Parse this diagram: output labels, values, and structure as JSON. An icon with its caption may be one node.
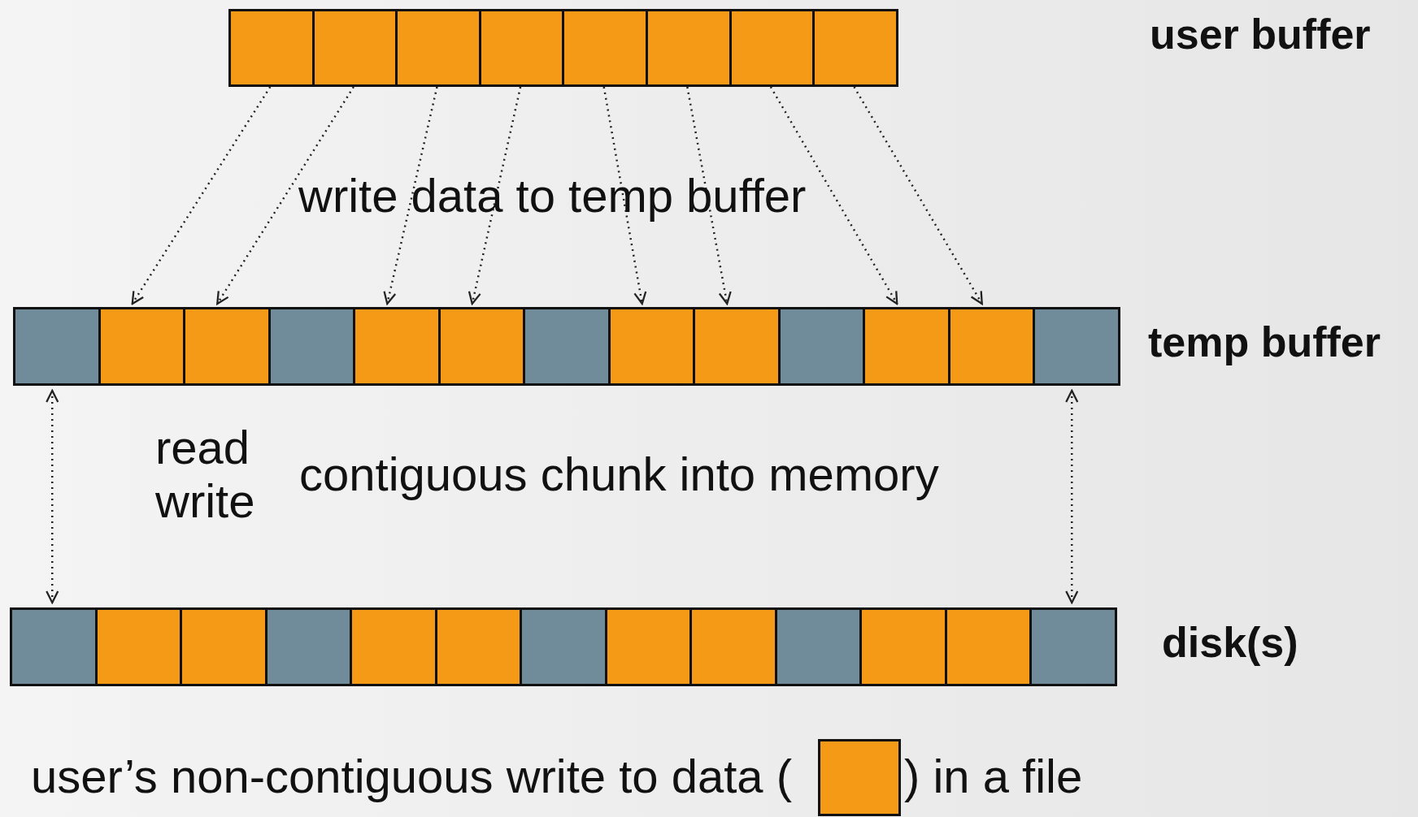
{
  "diagram": {
    "nodes": [
      {
        "text": [],
        "shape": "box"
      },
      {
        "text": [],
        "shape": "box"
      },
      {
        "text": [],
        "shape": "box"
      },
      {
        "text": [],
        "shape": "box"
      },
      {
        "text": [],
        "shape": "box"
      },
      {
        "text": [],
        "shape": "box"
      },
      {
        "text": [],
        "shape": "box"
      },
      {
        "text": [],
        "shape": "box"
      },
      {
        "text": [],
        "shape": "box"
      },
      {
        "text": [],
        "shape": "box"
      },
      {
        "text": [],
        "shape": "box"
      },
      {
        "text": [],
        "shape": "box"
      },
      {
        "text": [],
        "shape": "box"
      },
      {
        "text": [],
        "shape": "box"
      },
      {
        "text": [],
        "shape": "box"
      },
      {
        "text": [],
        "shape": "box"
      },
      {
        "text": [],
        "shape": "box"
      },
      {
        "text": [],
        "shape": "box"
      },
      {
        "text": [],
        "shape": "box"
      },
      {
        "text": [],
        "shape": "box"
      },
      {
        "text": [],
        "shape": "box"
      },
      {
        "text": [],
        "shape": "box"
      },
      {
        "text": [],
        "shape": "box"
      },
      {
        "text": [],
        "shape": "box"
      },
      {
        "text": [],
        "shape": "box"
      },
      {
        "text": [],
        "shape": "box"
      },
      {
        "text": [],
        "shape": "box"
      },
      {
        "text": [],
        "shape": "box"
      },
      {
        "text": [],
        "shape": "box"
      },
      {
        "text": [],
        "shape": "box"
      },
      {
        "text": [],
        "shape": "box"
      },
      {
        "text": [],
        "shape": "box"
      },
      {
        "text": [],
        "shape": "box"
      },
      {
        "text": [],
        "shape": "box"
      }
    ],
    "edges": [
      {
        "from": 0,
        "to": 9,
        "arrow": "to",
        "style": "dashed"
      },
      {
        "from": 1,
        "to": 10,
        "arrow": "to",
        "style": "dashed"
      },
      {
        "from": 2,
        "to": 12,
        "arrow": "to",
        "style": "dashed"
      },
      {
        "from": 3,
        "to": 13,
        "arrow": "to",
        "style": "dashed"
      },
      {
        "from": 4,
        "to": 15,
        "arrow": "to",
        "style": "dashed"
      },
      {
        "from": 5,
        "to": 16,
        "arrow": "to",
        "style": "dashed"
      },
      {
        "from": 6,
        "to": 18,
        "arrow": "to",
        "style": "dashed"
      },
      {
        "from": 7,
        "to": 19,
        "arrow": "to",
        "style": "dashed"
      },
      {
        "from": 8,
        "to": 21,
        "arrow": "both",
        "style": "dashed"
      },
      {
        "from": 20,
        "to": 33,
        "arrow": "both",
        "style": "dashed"
      }
    ],
    "labels": [
      "user buffer",
      "write data to temp buffer",
      "temp buffer",
      "read",
      "write",
      "contiguous chunk into memory",
      "disk(s)",
      "user’s non-contiguous write to data (",
      ") in a file"
    ]
  }
}
